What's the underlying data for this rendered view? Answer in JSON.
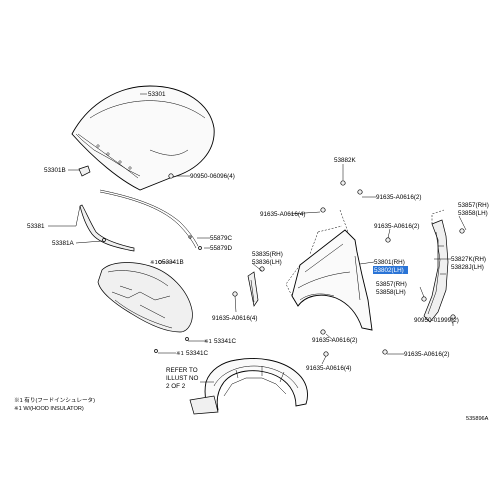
{
  "labels": {
    "p53301": "53301",
    "p53301b": "53301B",
    "p90950_06096": "90950-06096(4)",
    "p53882k": "53882K",
    "p91635_a0616_2_top": "91635-A0616(2)",
    "p53857_rh_top": "53857(RH)",
    "p53858_lh_top": "53858(LH)",
    "p53381": "53381",
    "p53381a": "53381A",
    "p91635_a0616_4_a": "91635-A0616(4)",
    "p91635_a0616_2_mid": "91635-A0616(2)",
    "p55879c": "55879C",
    "p55879d": "55879D",
    "p53801_rh": "53801(RH)",
    "p53802_lh": "53802(LH)",
    "p53827k_rh": "53827K(RH)",
    "p53828j_lh": "53828J(LH)",
    "p53341b": "53341B",
    "p53835_rh": "53835(RH)",
    "p53836_lh": "53836(LH)",
    "p53857_rh_bot": "53857(RH)",
    "p53858_lh_bot": "53858(LH)",
    "p91635_a0616_4_b": "91635-A0616(4)",
    "p90950_01999": "90950-01999(2)",
    "p53341c_mark": "53341C",
    "p53341c": "53341C",
    "p91635_a0616_2_bot": "91635-A0616(2)",
    "p91635_a0616_2_right": "91635-A0616(2)",
    "p91635_a0616_4_c": "91635-A0616(4)",
    "refer_1": "REFER TO",
    "refer_2": "ILLUST NO",
    "refer_3": "2 OF 2",
    "note_1": "※1 有り(フードインシュレータ)",
    "note_2": "※1 W/(HOOD INSULATOR)",
    "diagram_id": "535896A"
  },
  "colors": {
    "highlight": "#2a74d6",
    "line": "#000000"
  }
}
